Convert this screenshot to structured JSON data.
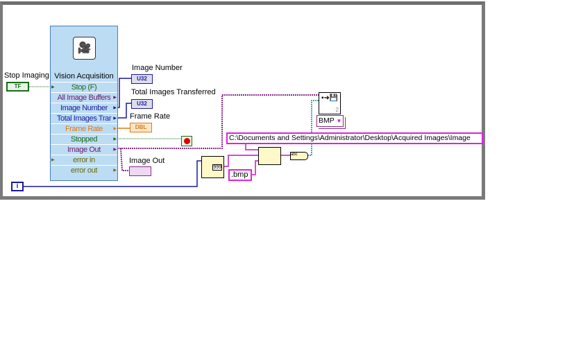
{
  "controls": {
    "stop_imaging": {
      "label": "Stop Imaging",
      "type": "TF"
    }
  },
  "vision_acquisition": {
    "title": "Vision Acquisition",
    "terminals": [
      {
        "label": "Stop (F)",
        "color": "#1a6b1a",
        "dir": "in"
      },
      {
        "label": "All Image Buffers",
        "color": "#6b1a6b",
        "dir": "out"
      },
      {
        "label": "Image Number",
        "color": "#1a1a9c",
        "dir": "out"
      },
      {
        "label": "Total Images Trar",
        "color": "#1a1a9c",
        "dir": "out"
      },
      {
        "label": "Frame Rate",
        "color": "#e07a10",
        "dir": "out"
      },
      {
        "label": "Stopped",
        "color": "#1a6b1a",
        "dir": "out"
      },
      {
        "label": "Image Out",
        "color": "#6b1a6b",
        "dir": "out"
      },
      {
        "label": "error in",
        "color": "#6b6b00",
        "dir": "in"
      },
      {
        "label": "error out",
        "color": "#6b6b00",
        "dir": "out"
      }
    ]
  },
  "indicators": {
    "image_number": {
      "label": "Image Number",
      "type": "U32"
    },
    "total_images": {
      "label": "Total Images Transferred",
      "type": "U32"
    },
    "frame_rate": {
      "label": "Frame Rate",
      "type": "DBL"
    },
    "image_out": {
      "label": "Image Out"
    }
  },
  "iteration": "i",
  "number_to_string": {
    "width": "999"
  },
  "constants": {
    "path": "C:\\Documents and Settings\\Administrator\\Desktop\\Acquired Images\\Image",
    "extension": ".bmp",
    "format": "BMP"
  },
  "write_node": {
    "sub": "2"
  }
}
